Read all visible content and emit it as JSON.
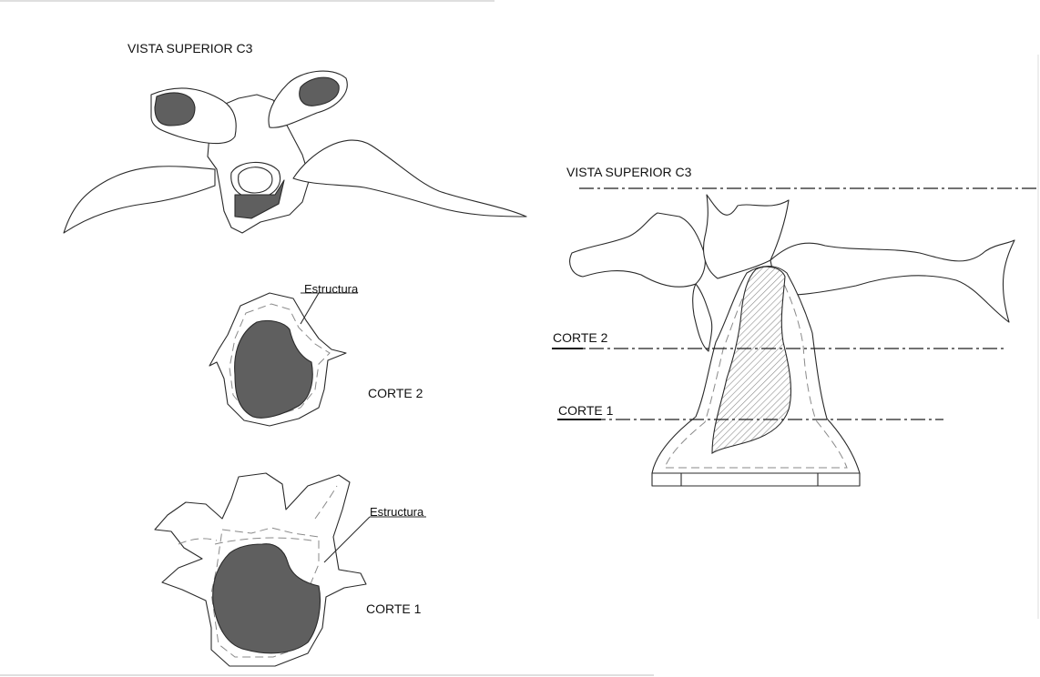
{
  "labels": {
    "top_view_title": "VISTA SUPERIOR  C3",
    "side_view_title": "VISTA SUPERIOR  C3",
    "structure_label_cut2": "Estructura",
    "structure_label_cut1": "Estructura",
    "cut2": "CORTE 2",
    "cut1": "CORTE 1",
    "side_cut2": "CORTE 2",
    "side_cut1": "CORTE 1"
  },
  "colors": {
    "line": "#2a2a2a",
    "fill_dark": "#5f5f5f",
    "dashed_line": "#8a8a8a",
    "background": "#ffffff"
  }
}
